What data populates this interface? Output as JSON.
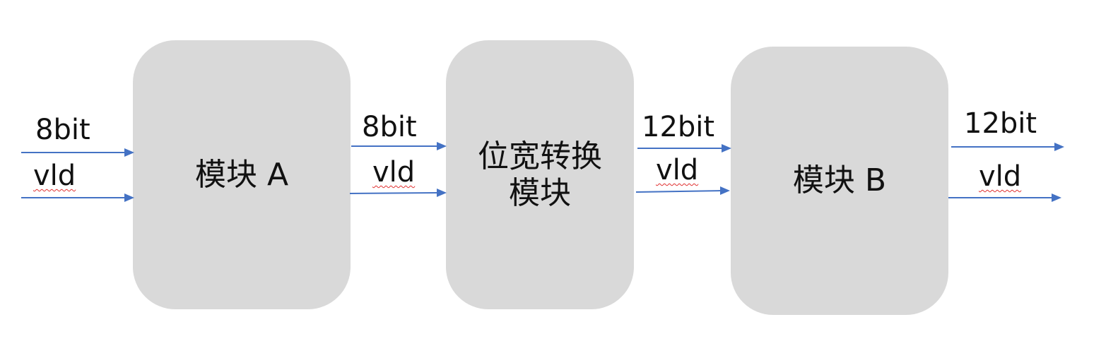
{
  "blocks": {
    "a": {
      "title": "模块 A"
    },
    "converter": {
      "title_line1": "位宽转换",
      "title_line2": "模块"
    },
    "b": {
      "title": "模块 B"
    }
  },
  "signals": {
    "input": {
      "data": "8bit",
      "valid": "vld"
    },
    "a_to_conv": {
      "data": "8bit",
      "valid": "vld"
    },
    "conv_to_b": {
      "data": "12bit",
      "valid": "vld"
    },
    "output": {
      "data": "12bit",
      "valid": "vld"
    }
  },
  "colors": {
    "block_fill": "#d9d9d9",
    "arrow": "#4472c4",
    "text": "#111111",
    "spellcheck_underline": "#e03030"
  }
}
